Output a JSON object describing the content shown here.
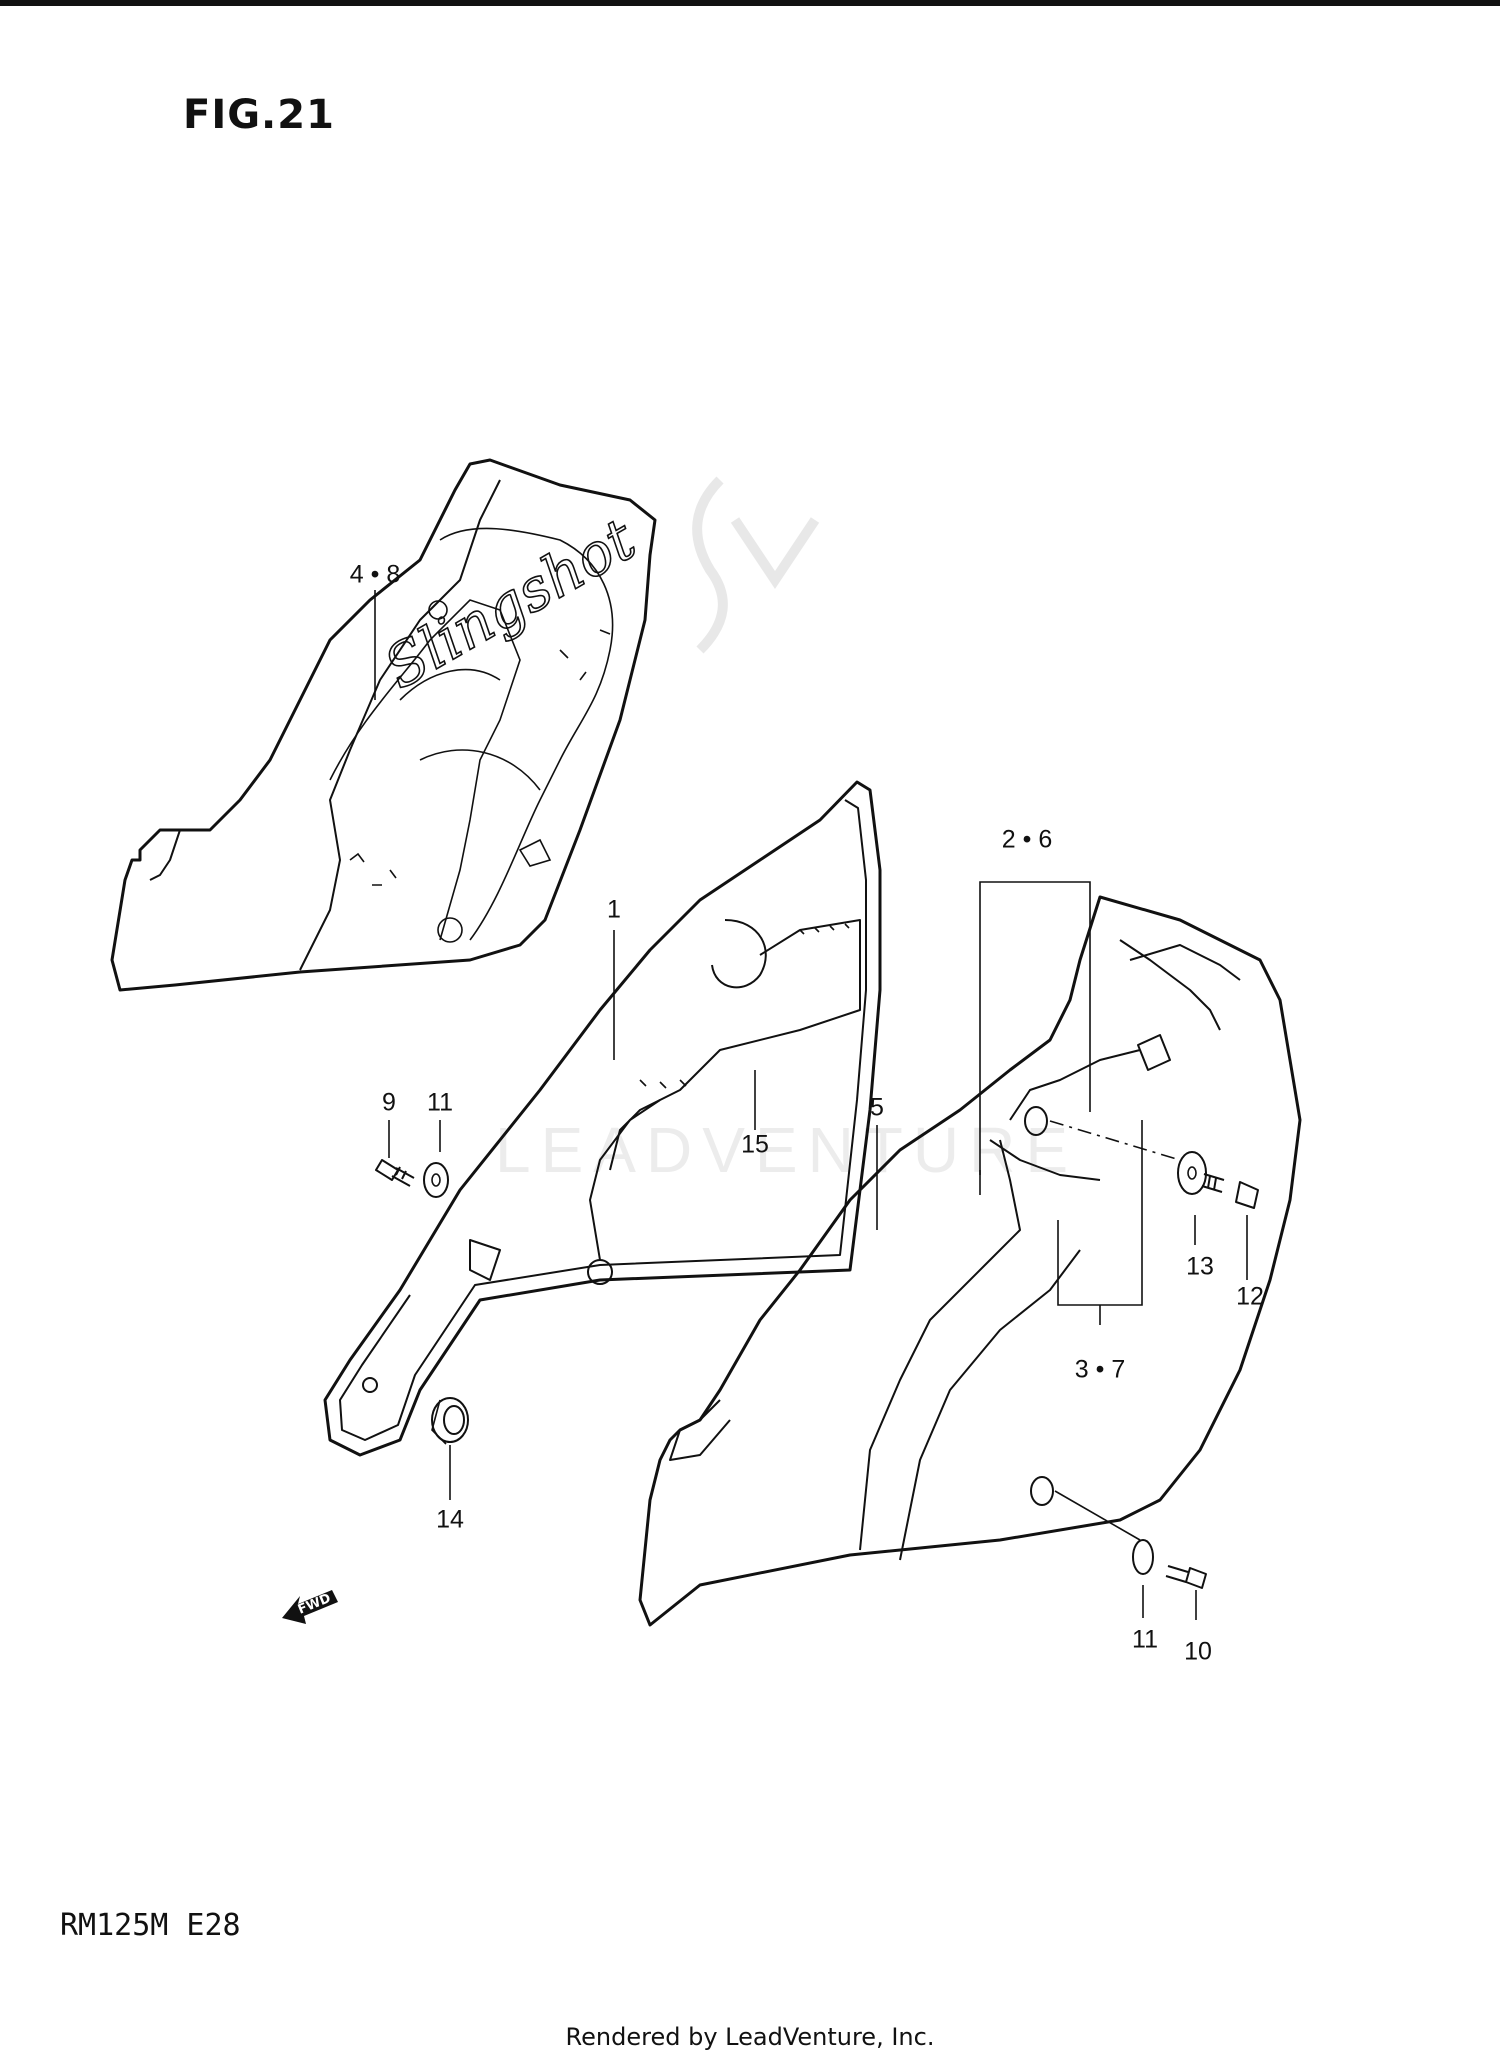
{
  "figure_title": "FIG.21",
  "model_code": "RM125M  E28",
  "footer_text": "Rendered by LeadVenture, Inc.",
  "watermark_text": "LEADVENTURE",
  "fwd_label": "FWD",
  "decal_script": "Slingshot",
  "callouts": {
    "c48": "4 • 8",
    "c1": "1",
    "c15": "15",
    "c9": "9",
    "c11a": "11",
    "c14": "14",
    "c26": "2 • 6",
    "c5": "5",
    "c13": "13",
    "c12": "12",
    "c37": "3 • 7",
    "c11b": "11",
    "c10": "10"
  }
}
